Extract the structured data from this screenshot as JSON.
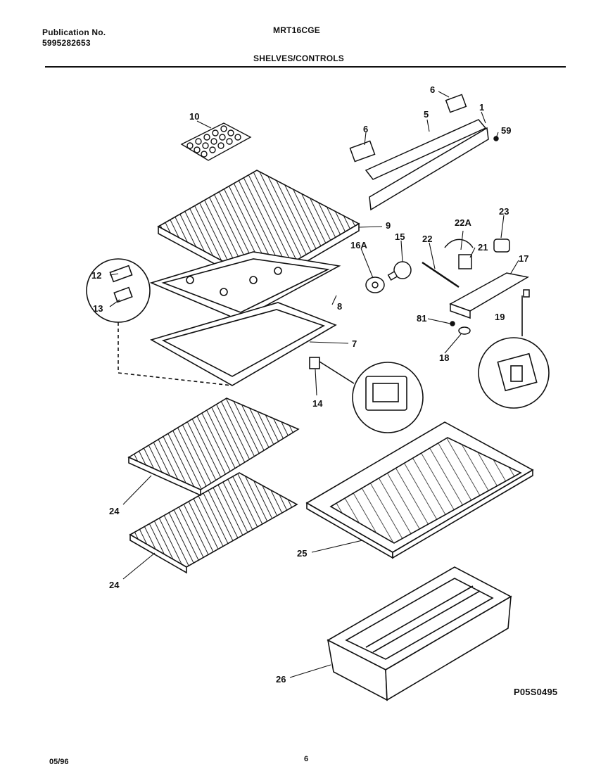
{
  "header": {
    "publication_label": "Publication No.",
    "publication_number": "5995282653",
    "model": "MRT16CGE",
    "section": "SHELVES/CONTROLS"
  },
  "callouts": {
    "c1": "1",
    "c5": "5",
    "c6a": "6",
    "c6b": "6",
    "c59": "59",
    "c10": "10",
    "c9": "9",
    "c16a": "16A",
    "c15": "15",
    "c22": "22",
    "c22a": "22A",
    "c21": "21",
    "c23": "23",
    "c17": "17",
    "c12": "12",
    "c13": "13",
    "c8": "8",
    "c81": "81",
    "c19": "19",
    "c18": "18",
    "c7": "7",
    "c14": "14",
    "c24a": "24",
    "c24b": "24",
    "c25": "25",
    "c26": "26"
  },
  "drawing_code": "P05S0495",
  "footer": {
    "date": "05/96",
    "page": "6"
  },
  "icons": [
    "shelf-grid",
    "bracket",
    "light-bulb",
    "thermostat-control",
    "crisper-drawer"
  ]
}
